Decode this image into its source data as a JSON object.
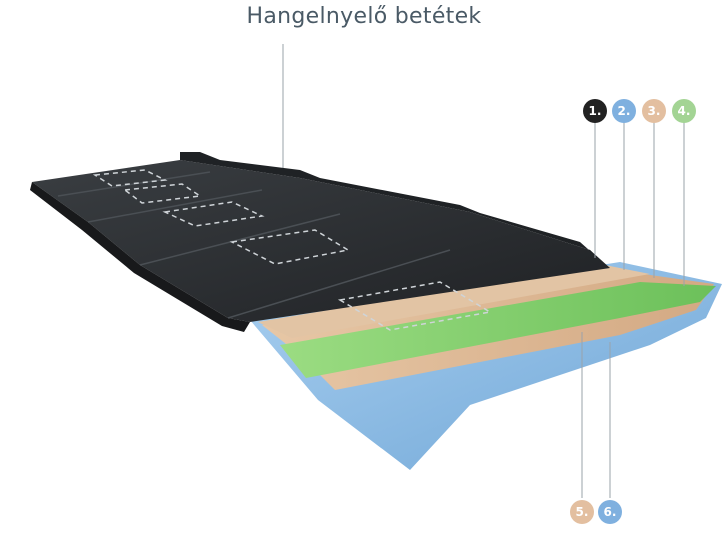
{
  "title": "Hangelnyelő betétek",
  "badges": [
    {
      "label": "1.",
      "color": "#222222"
    },
    {
      "label": "2.",
      "color": "#7fb0df"
    },
    {
      "label": "3.",
      "color": "#e3bfa0"
    },
    {
      "label": "4.",
      "color": "#a3d494"
    },
    {
      "label": "5.",
      "color": "#e3bfa0"
    },
    {
      "label": "6.",
      "color": "#7fb0df"
    }
  ],
  "colors": {
    "roof_dark": "#2b2e31",
    "membrane_blue": "#8fbfea",
    "underlay_tan": "#dcb793",
    "foam_green": "#8fd07a"
  }
}
